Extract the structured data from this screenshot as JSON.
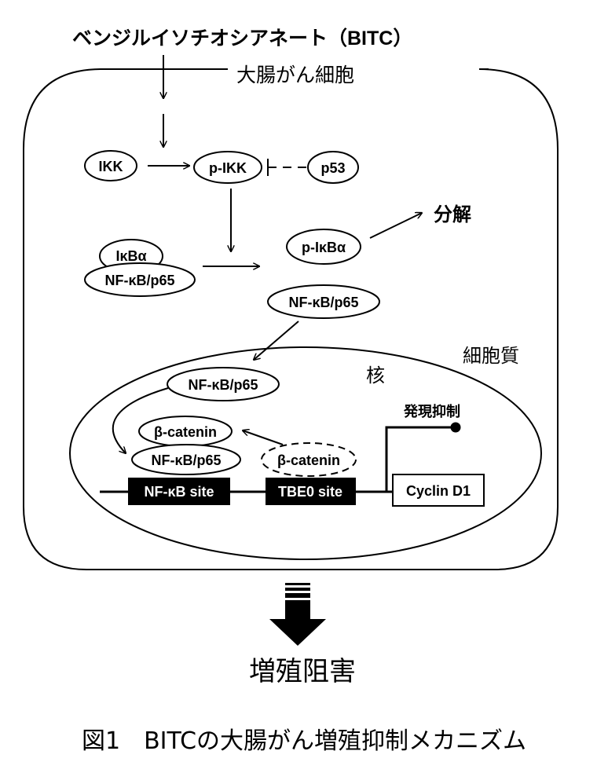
{
  "title_compound": "ベンジルイソチオシアネート（BITC）",
  "labels": {
    "cell": "大腸がん細胞",
    "degradation": "分解",
    "cytoplasm": "細胞質",
    "nucleus": "核",
    "expression_suppression": "発現抑制",
    "outcome": "増殖阻害"
  },
  "nodes": {
    "ikk": "IKK",
    "p_ikk": "p-IKK",
    "p53": "p53",
    "ikba": "IκBα",
    "nfkb_complex": "NF-κB/p65",
    "p_ikba": "p-IκBα",
    "nfkb_free": "NF-κB/p65",
    "nfkb_nuclear": "NF-κB/p65",
    "beta_catenin_bound": "β-catenin",
    "nfkb_bound": "NF-κB/p65",
    "beta_catenin_dashed": "β-catenin"
  },
  "dna": {
    "nfkb_site": "NF-κB site",
    "tbe0_site": "TBE0 site",
    "cyclin_d1": "Cyclin D1"
  },
  "caption": "図1　BITCの大腸がん増殖抑制メカニズム"
}
